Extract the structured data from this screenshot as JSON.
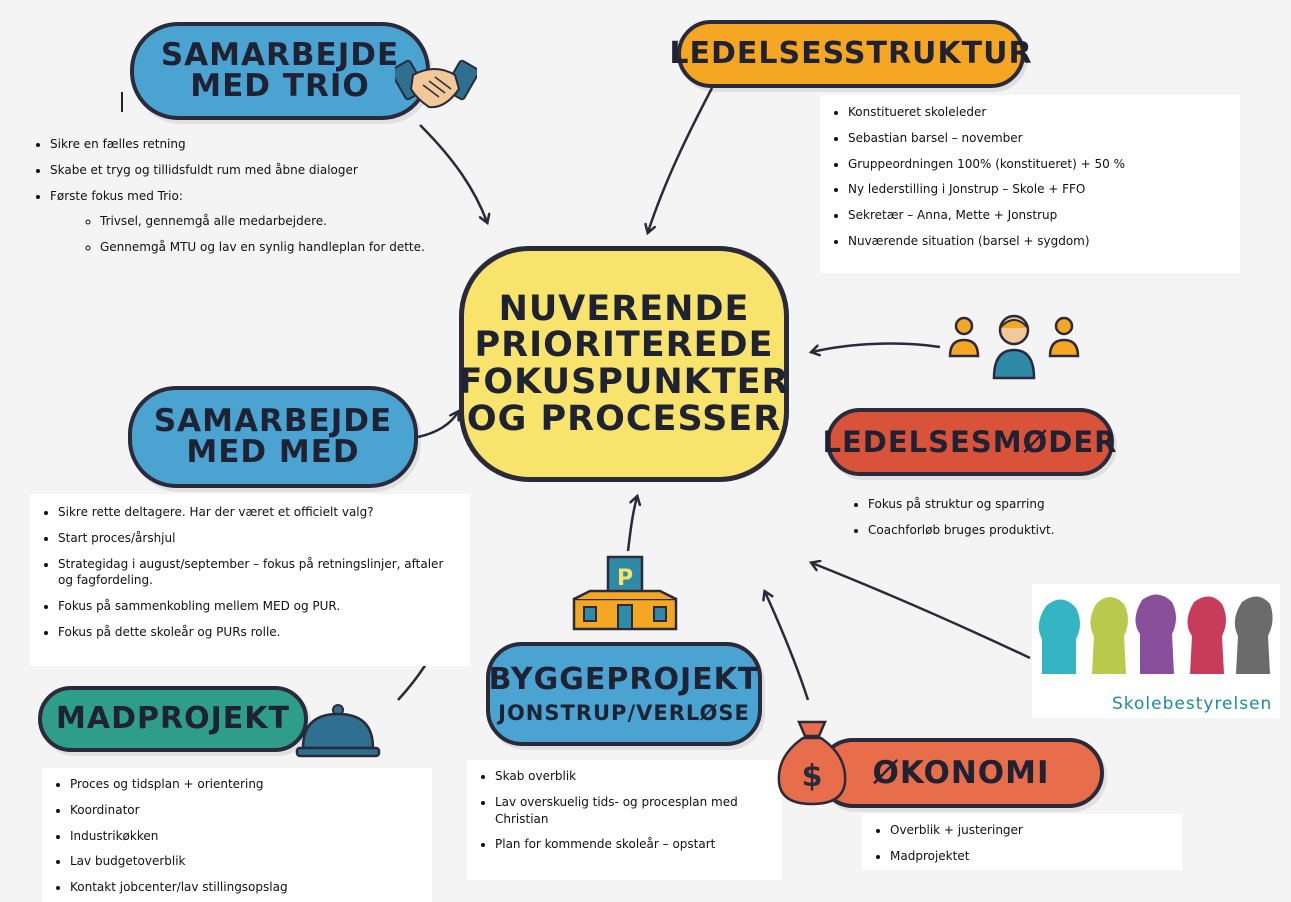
{
  "center": {
    "lines": [
      "NUVERENDE",
      "PRIORITEREDE",
      "FOKUSPUNKTER",
      "OG PROCESSER"
    ]
  },
  "topics": {
    "trio": {
      "title": [
        "SAMARBEJDE",
        "MED TRIO"
      ],
      "color": "#4aa3d0",
      "icon": "handshake-icon",
      "bullets": [
        "Sikre en fælles retning",
        "Skabe et tryg og tillidsfuldt rum med åbne dialoger",
        "Første fokus med Trio:"
      ],
      "sub_bullets": [
        "Trivsel, gennemgå alle medarbejdere.",
        "Gennemgå MTU og lav en synlig handleplan for dette."
      ]
    },
    "ledelsesstruktur": {
      "title": [
        "LEDELSESSTRUKTUR"
      ],
      "color": "#f5a623",
      "bullets": [
        "Konstitueret skoleleder",
        "Sebastian barsel – november",
        "Gruppeordningen 100% (konstitueret) + 50 %",
        "Ny lederstilling i Jonstrup – Skole + FFO",
        "Sekretær – Anna, Mette + Jonstrup",
        "Nuværende situation (barsel + sygdom)"
      ]
    },
    "med": {
      "title": [
        "SAMARBEJDE",
        "MED MED"
      ],
      "color": "#4aa3d0",
      "bullets": [
        "Sikre rette deltagere. Har der været et officielt valg?",
        "Start proces/årshjul",
        "Strategidag i august/september – fokus på retningslinjer, aftaler og fagfordeling.",
        "Fokus på sammenkobling mellem MED og PUR.",
        "Fokus på dette skoleår og PURs rolle."
      ]
    },
    "ledelsesmoder": {
      "title": [
        "LEDELSESMØDER"
      ],
      "color": "#d9523a",
      "icon": "people-meeting-icon",
      "bullets": [
        "Fokus på struktur og sparring",
        "Coachforløb bruges produktivt."
      ]
    },
    "madprojekt": {
      "title": [
        "MADPROJEKT"
      ],
      "color": "#2e9e8a",
      "icon": "cloche-icon",
      "bullets": [
        "Proces og tidsplan + orientering",
        "Koordinator",
        "Industrikøkken",
        "Lav budgetoverblik",
        "Kontakt jobcenter/lav stillingsopslag"
      ]
    },
    "byggeprojekt": {
      "title": [
        "BYGGEPROJEKT",
        "JONSTRUP/VERLØSE"
      ],
      "color": "#4aa3d0",
      "icon": "building-icon",
      "bullets": [
        "Skab overblik",
        "Lav overskuelig tids- og procesplan med Christian",
        "Plan for kommende skoleår – opstart"
      ]
    },
    "okonomi": {
      "title": [
        "ØKONOMI"
      ],
      "color": "#e86d4a",
      "icon": "money-bag-icon",
      "bullets": [
        "Overblik + justeringer",
        "Madprojektet"
      ]
    }
  },
  "logo": {
    "text": "Skolebestyrelsen",
    "icon": "skolebestyrelsen-logo-icon"
  },
  "colors": {
    "outline": "#2a2a3a",
    "center_fill": "#f8e46c",
    "notes_bg": "#ffffff"
  }
}
